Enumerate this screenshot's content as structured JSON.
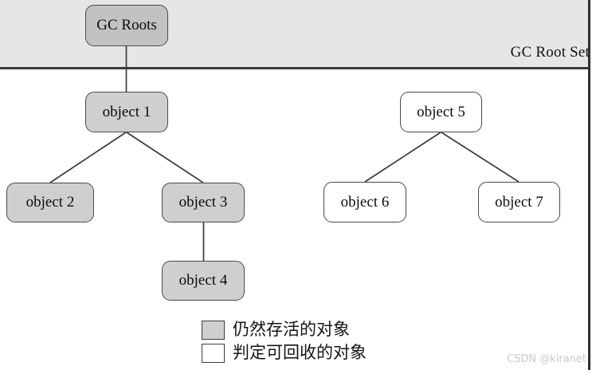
{
  "diagram": {
    "title_label": "GC Root Set",
    "watermark": "CSDN @kiranet",
    "colors": {
      "band_background": "#e6e6e6",
      "alive_fill": "#cfcfcf",
      "collected_fill": "#ffffff",
      "root_fill": "#c2c2c2",
      "stroke": "#4a4a4a",
      "rule": "#3b3b3b",
      "watermark_text": "#c9c9c9"
    },
    "nodes": [
      {
        "id": "gc-roots",
        "label": "GC Roots",
        "state": "root"
      },
      {
        "id": "object-1",
        "label": "object 1",
        "state": "alive"
      },
      {
        "id": "object-2",
        "label": "object 2",
        "state": "alive"
      },
      {
        "id": "object-3",
        "label": "object 3",
        "state": "alive"
      },
      {
        "id": "object-4",
        "label": "object 4",
        "state": "alive"
      },
      {
        "id": "object-5",
        "label": "object 5",
        "state": "collected"
      },
      {
        "id": "object-6",
        "label": "object 6",
        "state": "collected"
      },
      {
        "id": "object-7",
        "label": "object 7",
        "state": "collected"
      }
    ],
    "edges": [
      {
        "from": "gc-roots",
        "to": "object-1"
      },
      {
        "from": "object-1",
        "to": "object-2"
      },
      {
        "from": "object-1",
        "to": "object-3"
      },
      {
        "from": "object-3",
        "to": "object-4"
      },
      {
        "from": "object-5",
        "to": "object-6"
      },
      {
        "from": "object-5",
        "to": "object-7"
      }
    ],
    "legend": [
      {
        "swatch": "alive",
        "label": "仍然存活的对象"
      },
      {
        "swatch": "collected",
        "label": "判定可回收的对象"
      }
    ]
  }
}
